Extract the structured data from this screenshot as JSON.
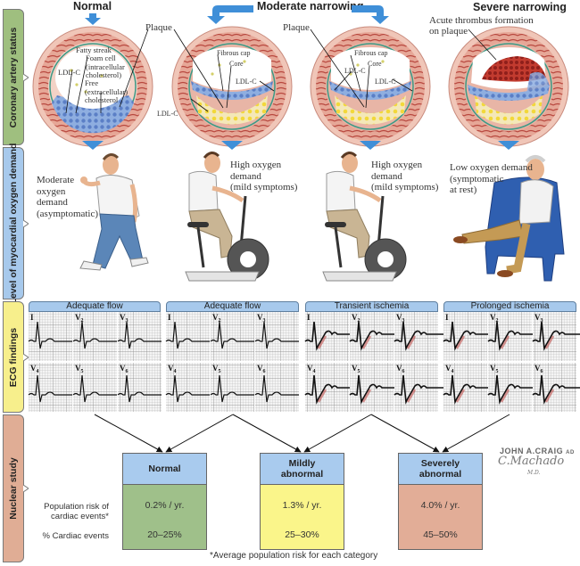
{
  "side_labels": [
    {
      "text": "Coronary artery status",
      "color": "#9fbf7f"
    },
    {
      "text": "Level of myocardial oxygen demand",
      "color": "#a7c9ec"
    },
    {
      "text": "ECG findings",
      "color": "#f7ef8c"
    },
    {
      "text": "Nuclear study",
      "color": "#e0ad95"
    }
  ],
  "stages": {
    "normal": "Normal",
    "moderate": "Moderate narrowing",
    "severe": "Severe narrowing"
  },
  "artery_labels": {
    "plaque": "Plaque",
    "fatty_streak": "Fatty streak",
    "foam_cell": [
      "Foam cell",
      "(intracellular",
      "cholesterol)"
    ],
    "ldl_c": "LDL-C",
    "free_chol": [
      "Free",
      "(extracellular)",
      "cholesterol"
    ],
    "fibrous_cap": "Fibrous cap",
    "core": "Core",
    "thrombus": [
      "Acute thrombus formation",
      "on plaque"
    ]
  },
  "demand": [
    {
      "lines": [
        "Moderate",
        "oxygen",
        "demand",
        "(asymptomatic)"
      ]
    },
    {
      "lines": [
        "High oxygen",
        "demand",
        "(mild symptoms)"
      ]
    },
    {
      "lines": [
        "High oxygen",
        "demand",
        "(mild symptoms)"
      ]
    },
    {
      "lines": [
        "Low oxygen demand",
        "(symptomatic",
        "at rest)"
      ]
    }
  ],
  "ecg": {
    "groups": [
      {
        "title": "Adequate flow",
        "ischemic": false
      },
      {
        "title": "Adequate flow",
        "ischemic": false
      },
      {
        "title": "Transient ischemia",
        "ischemic": true
      },
      {
        "title": "Prolonged ischemia",
        "ischemic": true
      }
    ],
    "leads": [
      "I",
      "V2",
      "V3",
      "V4",
      "V5",
      "V6"
    ],
    "grid_color": "#9a9a9a",
    "trace_color": "#111111",
    "ischemia_color": "#c0504d"
  },
  "nuclear": {
    "row_labels": {
      "risk": [
        "Population risk of",
        "cardiac events*"
      ],
      "events": "% Cardiac events"
    },
    "boxes": [
      {
        "title": [
          "Normal"
        ],
        "risk": "0.2% / yr.",
        "events": "20–25%",
        "color": "#9fc08a"
      },
      {
        "title": [
          "Mildly",
          "abnormal"
        ],
        "risk": "1.3% / yr.",
        "events": "25–30%",
        "color": "#faf58a"
      },
      {
        "title": [
          "Severely",
          "abnormal"
        ],
        "risk": "4.0% / yr.",
        "events": "45–50%",
        "color": "#e2ad97"
      }
    ],
    "header_color": "#a9cbee",
    "footnote": "*Average population risk for each category"
  },
  "signature": {
    "line1": "JOHN A.CRAIG",
    "md1": "AD",
    "line2": "C.Machado",
    "md2": "M.D."
  },
  "colors": {
    "arrow_blue": "#3f8fd8",
    "vessel_outer": "#e8b3a4",
    "vessel_muscle": "#c9665a",
    "lumen": "#ffffff",
    "plaque_blue": "#7c9fd6",
    "core_yellow": "#f3e27a",
    "thrombus_red": "#b4302a"
  }
}
